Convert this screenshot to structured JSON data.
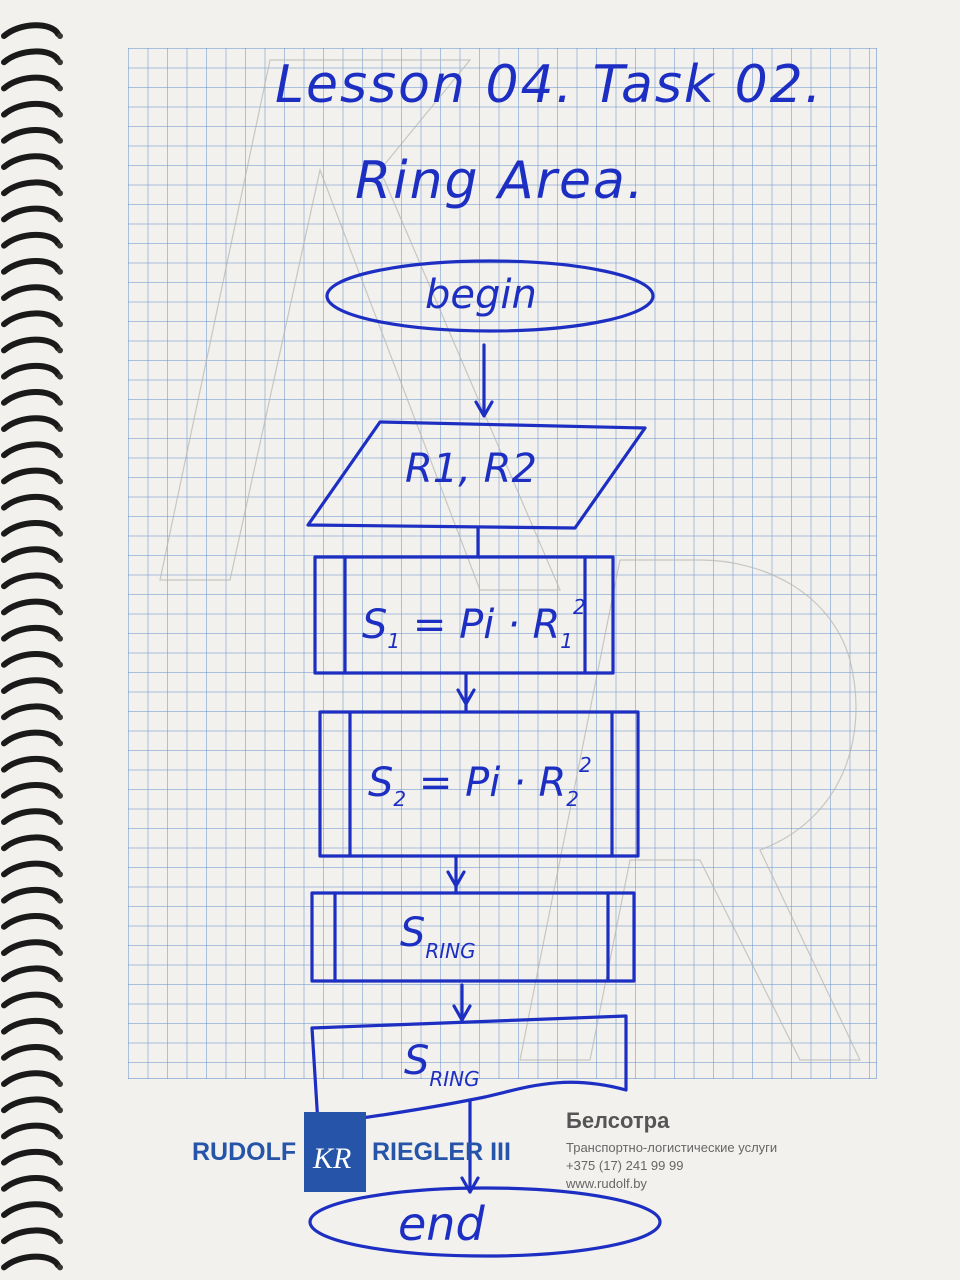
{
  "title": {
    "line1": "Lesson 04. Task 02.",
    "line2": "Ring Area."
  },
  "flowchart": {
    "begin": "begin",
    "input": "R1, R2",
    "step1": {
      "s": "S",
      "sub": "1",
      "rest": " = Pi · R",
      "rsub": "1",
      "exp": "2"
    },
    "step2": {
      "s": "S",
      "sub": "2",
      "rest": " = Pi · R",
      "rsub": "2",
      "exp": "2"
    },
    "step3": {
      "s": "S",
      "sub": "RING"
    },
    "output": {
      "s": "S",
      "sub": "RING"
    },
    "end": "end"
  },
  "footer": {
    "brand_left": "RUDOLF",
    "brand_logo": "KR",
    "brand_right": "RIEGLER III",
    "company": "Белсотра",
    "service": "Транспортно-логистические услуги",
    "phone": "+375 (17) 241 99 99",
    "website": "www.rudolf.by"
  },
  "colors": {
    "ink": "#1d2fc2",
    "grid": "#6e96cd",
    "brand": "#2554a8"
  }
}
